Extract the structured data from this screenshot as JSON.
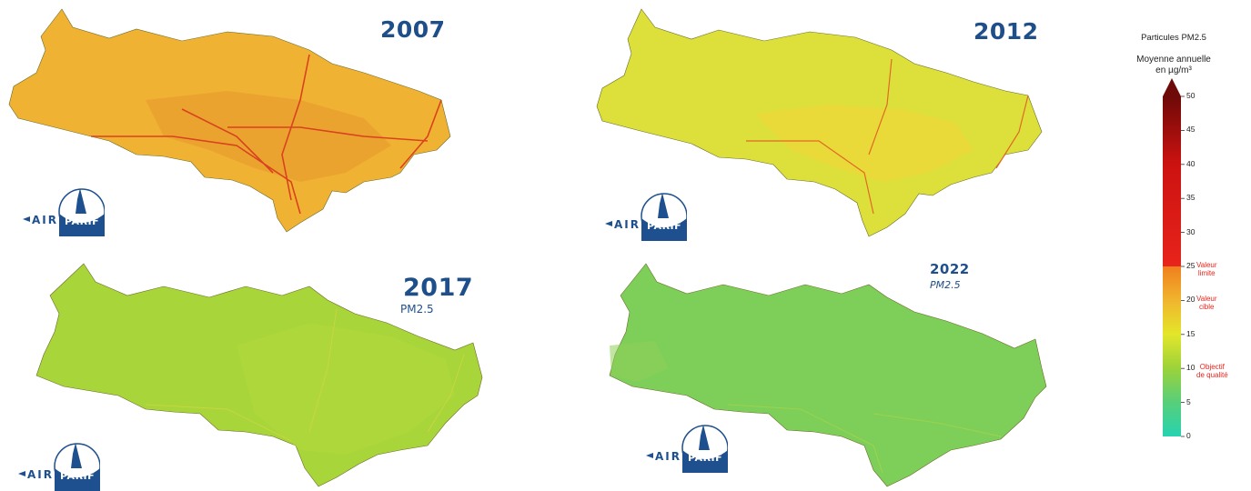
{
  "maps": [
    {
      "year": "2007",
      "subtitle": "",
      "fill": "#f0b233",
      "road": "#d9421e",
      "zone": "#e89a2f"
    },
    {
      "year": "2012",
      "subtitle": "",
      "fill": "#dde03a",
      "road": "#e06a24",
      "zone": "#f1d63a"
    },
    {
      "year": "2017",
      "subtitle": "PM2.5",
      "fill": "#a7d53a",
      "road": "#c8d640",
      "zone": "#b6d93c"
    },
    {
      "year": "2022",
      "subtitle": "PM2.5",
      "fill": "#7dcf59",
      "road": "#9fd24a",
      "zone": "#8fd05a"
    }
  ],
  "logo": {
    "air": "AIR",
    "parif": "PARIF"
  },
  "legend": {
    "title": "Particules PM2.5",
    "subtitle_line1": "Moyenne annuelle",
    "subtitle_line2": "en µg/m³",
    "scale_min": 0,
    "scale_max": 50,
    "ticks": [
      {
        "value": 50,
        "label": "50"
      },
      {
        "value": 45,
        "label": "45"
      },
      {
        "value": 40,
        "label": "40"
      },
      {
        "value": 35,
        "label": "35"
      },
      {
        "value": 30,
        "label": "30"
      },
      {
        "value": 25,
        "label": "25",
        "note": "Valeur\nlimite"
      },
      {
        "value": 20,
        "label": "20",
        "note": "Valeur\ncible"
      },
      {
        "value": 15,
        "label": "15"
      },
      {
        "value": 10,
        "label": "10",
        "note": "Objectif\nde qualité"
      },
      {
        "value": 5,
        "label": "5"
      },
      {
        "value": 0,
        "label": "0"
      }
    ],
    "colors": {
      "c0": "#26d3b0",
      "c5": "#57cf7a",
      "c10": "#9bd23a",
      "c15": "#e3e62a",
      "c20": "#f0b52e",
      "c25": "#f07f1e",
      "c25b": "#e8241c",
      "c40": "#cc1210",
      "c50": "#6e0a08"
    }
  }
}
